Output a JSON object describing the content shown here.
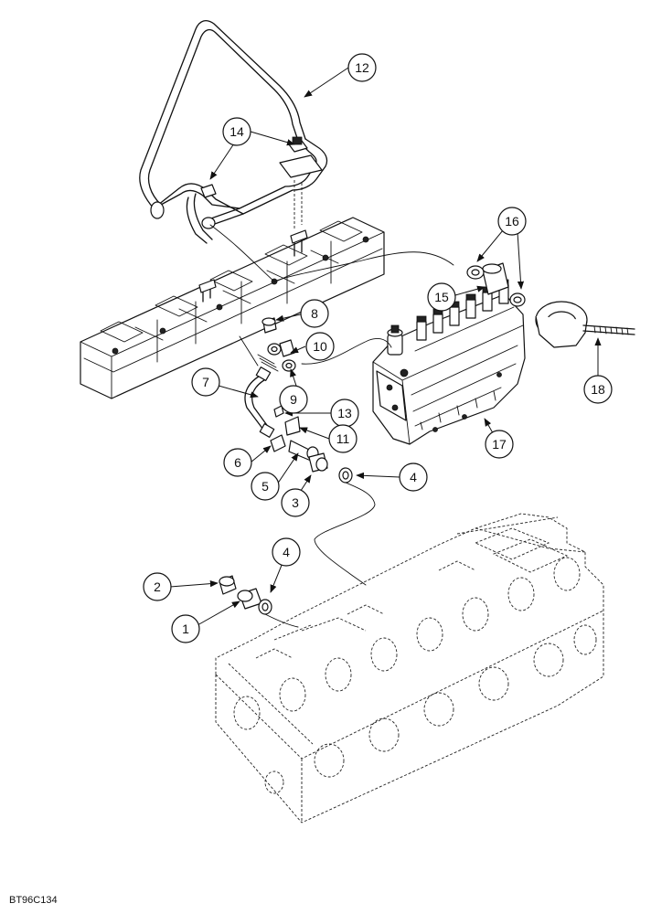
{
  "figure_code": "BT96C134",
  "callouts": [
    {
      "id": "c1",
      "label": "1"
    },
    {
      "id": "c2",
      "label": "2"
    },
    {
      "id": "c3",
      "label": "3"
    },
    {
      "id": "c4a",
      "label": "4"
    },
    {
      "id": "c4b",
      "label": "4"
    },
    {
      "id": "c5",
      "label": "5"
    },
    {
      "id": "c6",
      "label": "6"
    },
    {
      "id": "c7",
      "label": "7"
    },
    {
      "id": "c8",
      "label": "8"
    },
    {
      "id": "c9",
      "label": "9"
    },
    {
      "id": "c10",
      "label": "10"
    },
    {
      "id": "c11",
      "label": "11"
    },
    {
      "id": "c12",
      "label": "12"
    },
    {
      "id": "c13",
      "label": "13"
    },
    {
      "id": "c14",
      "label": "14"
    },
    {
      "id": "c15",
      "label": "15"
    },
    {
      "id": "c16",
      "label": "16"
    },
    {
      "id": "c17",
      "label": "17"
    },
    {
      "id": "c18",
      "label": "18"
    }
  ]
}
